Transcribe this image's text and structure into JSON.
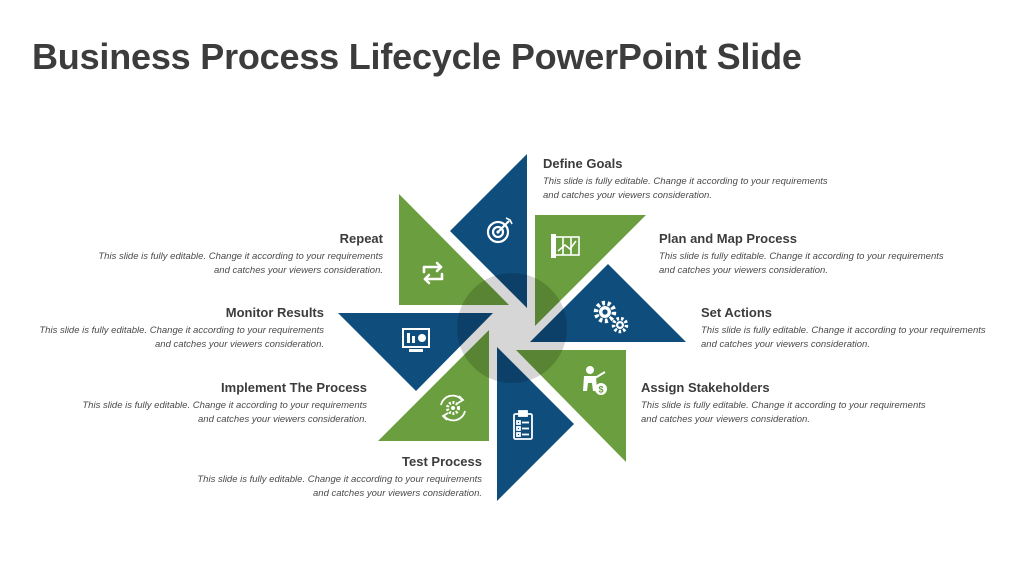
{
  "slide_title": "Business Process Lifecycle PowerPoint Slide",
  "colors": {
    "blue": "#0f4d7c",
    "green": "#6a9e3e",
    "title": "#3c3c3c"
  },
  "steps": [
    {
      "name": "Define Goals",
      "desc": "This slide is fully editable. Change it according to your requirements and catches your viewers consideration.",
      "icon": "target-icon",
      "color": "blue"
    },
    {
      "name": "Plan and Map Process",
      "desc": "This slide is fully editable. Change it according to your requirements and catches your viewers consideration.",
      "icon": "map-icon",
      "color": "green"
    },
    {
      "name": "Set Actions",
      "desc": "This slide is fully editable. Change it according to your requirements and catches your viewers consideration.",
      "icon": "gears-icon",
      "color": "blue"
    },
    {
      "name": "Assign Stakeholders",
      "desc": "This slide is fully editable. Change it according to your requirements and catches your viewers consideration.",
      "icon": "stakeholder-money-icon",
      "color": "green"
    },
    {
      "name": "Test Process",
      "desc": "This slide is fully editable. Change it according to your requirements and catches your viewers consideration.",
      "icon": "clipboard-checklist-icon",
      "color": "blue"
    },
    {
      "name": "Implement The Process",
      "desc": "This slide is fully editable. Change it according to your requirements and catches your viewers consideration.",
      "icon": "gear-cycle-icon",
      "color": "green"
    },
    {
      "name": "Monitor Results",
      "desc": "This slide is fully editable. Change it according to your requirements and catches your viewers consideration.",
      "icon": "monitor-report-icon",
      "color": "blue"
    },
    {
      "name": "Repeat",
      "desc": "This slide is fully editable. Change it according to your requirements and catches your viewers consideration.",
      "icon": "repeat-arrows-icon",
      "color": "green"
    }
  ]
}
